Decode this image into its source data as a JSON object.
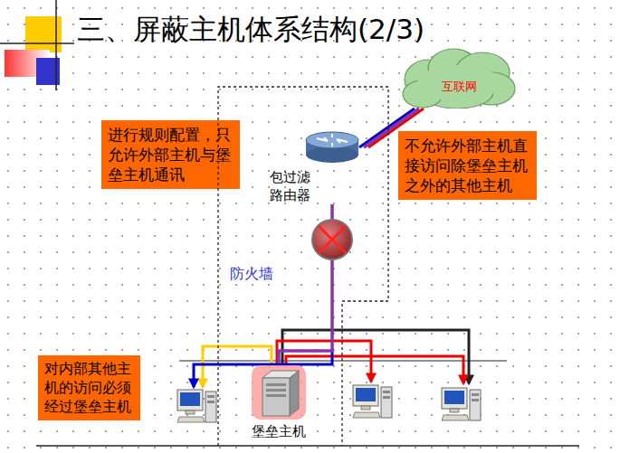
{
  "diagram": {
    "title": "三、屏蔽主机体系结构(2/3)",
    "nodes": [
      {
        "text": [
          "互联网"
        ]
      },
      {
        "text": [
          "进行规则配置，只允许外部主机与堡垒主机通讯"
        ]
      },
      {
        "text": [
          "不允许外部主机直接访问除堡垒主机之外的其他主机"
        ]
      },
      {
        "text": [
          "防火墙"
        ]
      },
      {
        "text": [
          "包过滤路由器"
        ],
        "in": 3
      },
      {
        "text": [
          "堡垒主机"
        ],
        "in": 3
      },
      {
        "text": [
          "对内部其他主机的访问必须经过堡垒主机"
        ]
      }
    ],
    "edges": [
      {
        "from": 0,
        "to": 4,
        "arrow": "none"
      },
      {
        "from": 4,
        "to": 5,
        "arrow": "none"
      }
    ]
  }
}
